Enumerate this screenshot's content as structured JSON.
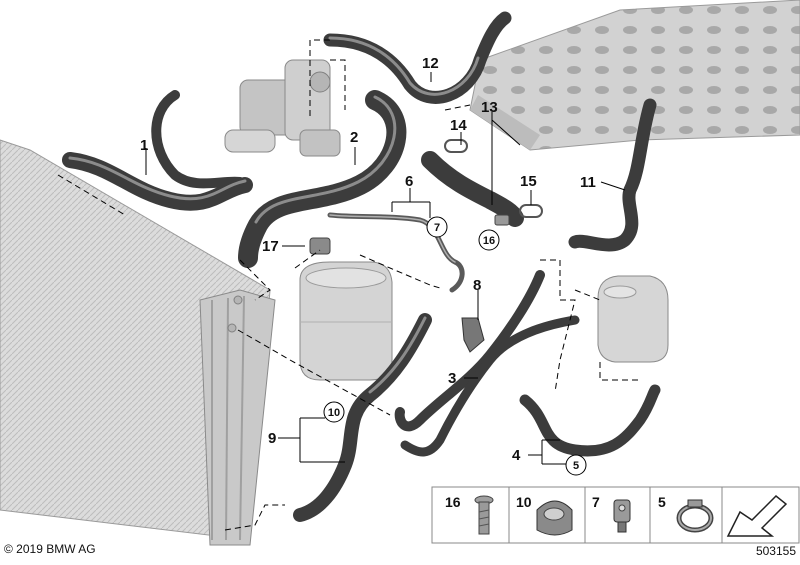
{
  "callouts": {
    "c1": "1",
    "c2": "2",
    "c3": "3",
    "c4": "4",
    "c6": "6",
    "c8": "8",
    "c9": "9",
    "c11": "11",
    "c12": "12",
    "c13": "13",
    "c14": "14",
    "c15": "15",
    "c17": "17",
    "circ7": "7",
    "circ16": "16",
    "circ10": "10",
    "circ5": "5"
  },
  "legend": {
    "items": [
      "16",
      "10",
      "7",
      "5"
    ]
  },
  "footer": {
    "copyright": "© 2019 BMW AG",
    "diagram_number": "503155"
  },
  "colors": {
    "hose": "#3c3c3c",
    "hose_highlight": "#8c8c8c",
    "parts": "#c6c6c6",
    "parts_dark": "#9a9a9a",
    "line": "#000000"
  }
}
